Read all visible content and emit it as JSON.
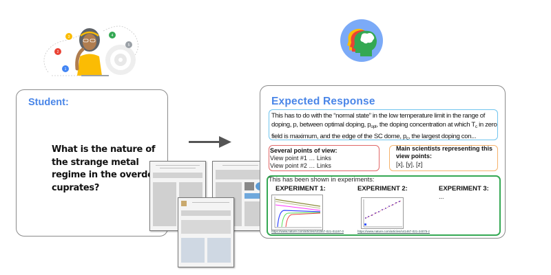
{
  "student": {
    "title": "Student:",
    "question": "What is the nature of the strange metal regime in the overdoped cuprates?",
    "illustration_steps": [
      "1",
      "2",
      "3",
      "4",
      "5"
    ]
  },
  "response": {
    "title": "Expected Response",
    "summary": {
      "part1": "This has to do with the “normal state” in the low temperature limit in the range of doping, p, between optimal doping, p",
      "sub1": "opt",
      "part2": ", the doping concentration at which T",
      "sub2": "c",
      "part3": " in zero field is maximum, and the edge of the SC dome, p",
      "sub3": "c",
      "part4": ", the largest doping con..."
    },
    "views": {
      "title": "Several points of view:",
      "items": [
        "View point #1 … Links",
        "View point #2 … Links"
      ]
    },
    "scientists": {
      "title": "Main scientists representing this view points:",
      "names": "[x], [y], [z]"
    },
    "experiments": {
      "intro": "This has been shown in experiments:",
      "items": [
        {
          "title": "EXPERIMENT 1:",
          "link": "https://www.nature.com/articles/s41567-021-01197-0"
        },
        {
          "title": "EXPERIMENT 2:",
          "link": "https://www.nature.com/articles/s41467-021-24075-z"
        },
        {
          "title": "EXPERIMENT 3:",
          "ellipsis": "..."
        }
      ]
    }
  },
  "colors": {
    "title_blue": "#4a86e8",
    "summary_border": "#6fc4ee",
    "views_border": "#e06666",
    "scientists_border": "#f6b26b",
    "experiments_border": "#34a853"
  }
}
